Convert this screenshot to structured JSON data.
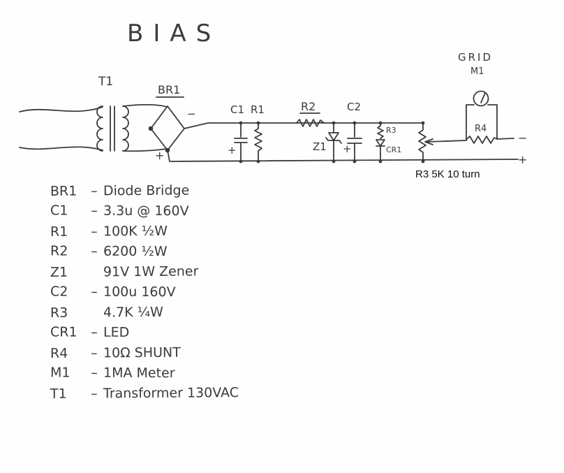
{
  "title": "BIAS",
  "ink_color": "#3b3b3b",
  "schematic": {
    "t1_label": "T1",
    "br1_label": "BR1",
    "bridge_minus": "−",
    "bridge_plus": "+",
    "c1_label": "C1",
    "r1_label": "R1",
    "c1_plus": "+",
    "r2_label": "R2",
    "c2_label": "C2",
    "z1_label": "Z1",
    "c2_plus": "+",
    "r3_small_label": "R3",
    "cr1_label": "CR1",
    "grid_label": "GRID",
    "m1_label": "M1",
    "r4_label": "R4",
    "out_minus": "−",
    "out_plus": "+",
    "pot_annotation": "R3 5K 10 turn"
  },
  "parts": [
    {
      "ref": "BR1",
      "sep": "–",
      "desc": "Diode Bridge"
    },
    {
      "ref": "C1",
      "sep": "–",
      "desc": "3.3u @ 160V"
    },
    {
      "ref": "R1",
      "sep": "–",
      "desc": "100K ½W"
    },
    {
      "ref": "R2",
      "sep": "–",
      "desc": "6200 ½W"
    },
    {
      "ref": "Z1",
      "sep": "",
      "desc": "91V 1W Zener"
    },
    {
      "ref": "C2",
      "sep": "–",
      "desc": "100u 160V"
    },
    {
      "ref": "R3",
      "sep": "",
      "desc": "4.7K ¼W"
    },
    {
      "ref": "CR1",
      "sep": "–",
      "desc": "LED"
    },
    {
      "ref": "R4",
      "sep": "–",
      "desc": "10Ω SHUNT"
    },
    {
      "ref": "M1",
      "sep": "–",
      "desc": "1MA Meter"
    },
    {
      "ref": "T1",
      "sep": "–",
      "desc": "Transformer 130VAC"
    }
  ]
}
